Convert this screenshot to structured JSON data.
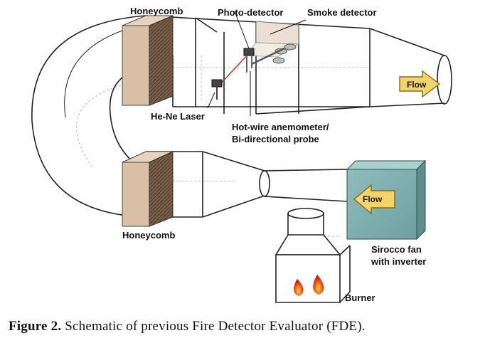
{
  "labels": {
    "honeycomb_top": "Honeycomb",
    "photo_detector": "Photo-detector",
    "smoke_detector": "Smoke detector",
    "flow_right": "Flow",
    "he_ne_laser": "He-Ne Laser",
    "anemometer_line1": "Hot-wire anemometer/",
    "anemometer_line2": "Bi-directional probe",
    "flow_fan": "Flow",
    "honeycomb_bottom": "Honeycomb",
    "fan_line1": "Sirocco fan",
    "fan_line2": "with inverter",
    "burner": "Burner"
  },
  "caption": {
    "prefix": "Figure 2.",
    "text": " Schematic of previous Fire Detector Evaluator (FDE)."
  },
  "colors": {
    "duct_line": "#222222",
    "hidden_line": "#aaaaaa",
    "honeycomb_front": "#d9bfa6",
    "honeycomb_side": "#8a6f5a",
    "fan_box": "#7fb0b0",
    "fan_box_top": "#a9cfcf",
    "flow_arrow": "#f2d46a",
    "flame": "#e0261a"
  },
  "icons": [
    "flow-arrow-icon",
    "flame-icon",
    "laser-icon",
    "photo-detector-icon",
    "smoke-detector-icon"
  ]
}
